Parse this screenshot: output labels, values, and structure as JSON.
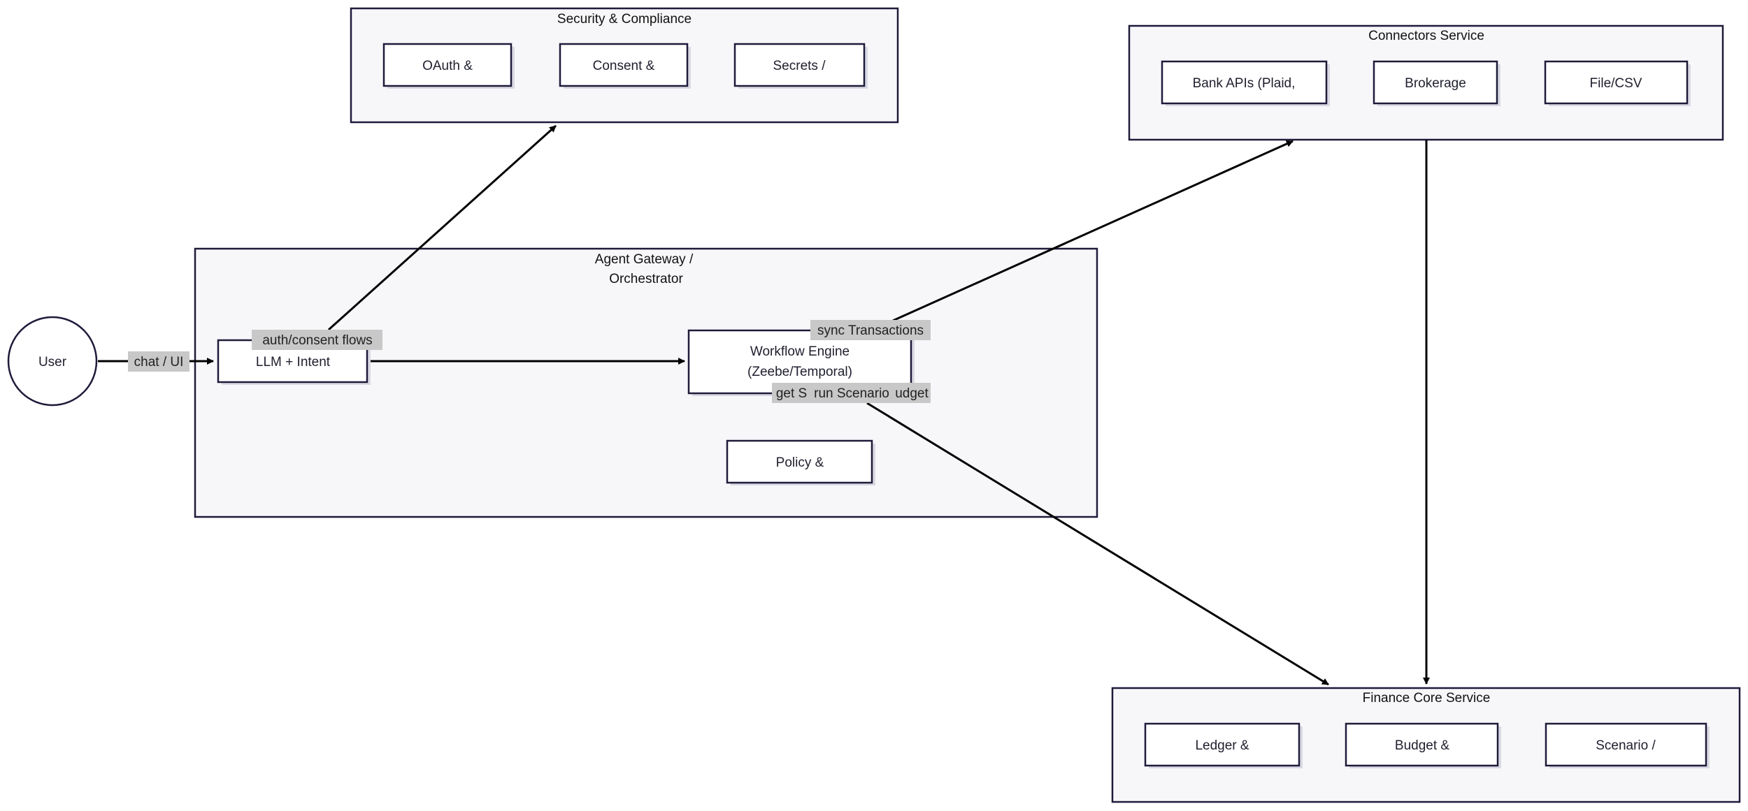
{
  "colors": {
    "cluster_fill": "#f7f7fa",
    "stroke": "#1e1b3a",
    "edge": "#000000",
    "edge_label_bg": "#c8c8c8"
  },
  "clusters": {
    "security": {
      "title": "Security & Compliance"
    },
    "gateway": {
      "title_line1": "Agent Gateway /",
      "title_line2": "Orchestrator"
    },
    "connectors": {
      "title": "Connectors Service"
    },
    "finance": {
      "title": "Finance Core Service"
    }
  },
  "nodes": {
    "user": "User",
    "oauth": "OAuth &",
    "consent": "Consent &",
    "secrets": "Secrets /",
    "bank_apis": "Bank APIs (Plaid,",
    "brokerage": "Brokerage",
    "file_csv": "File/CSV",
    "llm_intent": "LLM + Intent",
    "workflow_line1": "Workflow Engine",
    "workflow_line2": "(Zeebe/Temporal)",
    "policy": "Policy &",
    "ledger": "Ledger &",
    "budget": "Budget &",
    "scenario": "Scenario /"
  },
  "edges": {
    "chat_ui": "chat / UI",
    "auth_consent": "auth/consent flows",
    "sync_transactions": "sync Transactions",
    "get_snapshot": "get S",
    "run_scenario": "run Scenario",
    "budget_suffix": "udget"
  }
}
